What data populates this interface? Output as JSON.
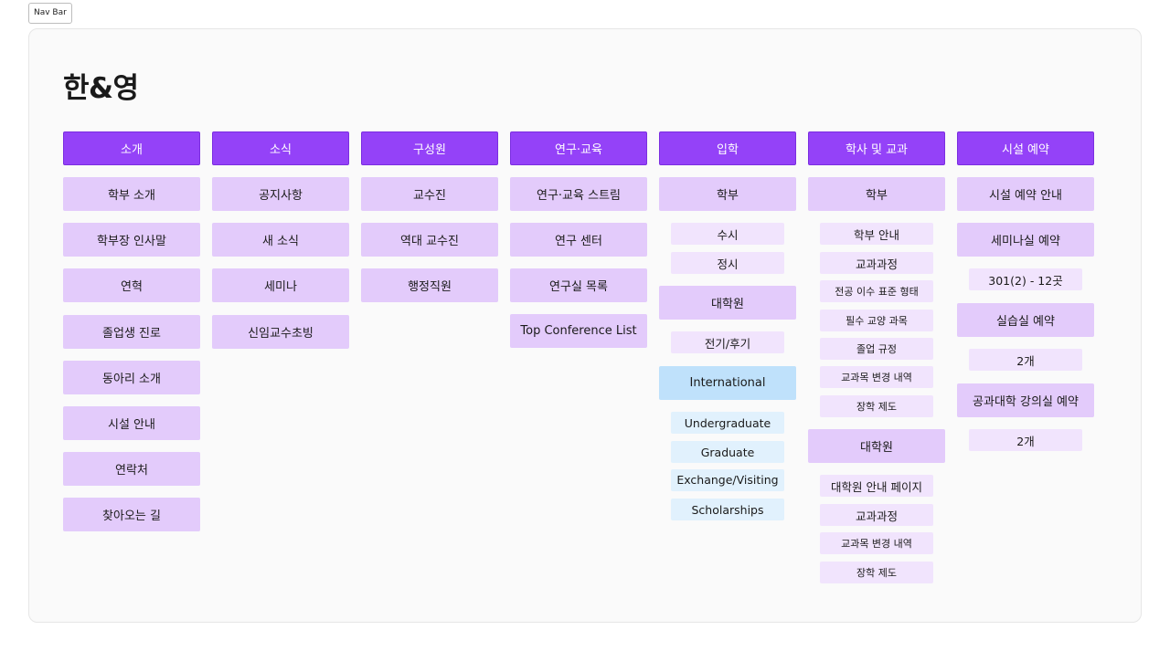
{
  "navbar_label": "Nav Bar",
  "page_title": "한&영",
  "colors": {
    "menu_head": "#9442f8",
    "menu_item": "#e3cbfb",
    "menu_sub": "#f1e4fd",
    "international": "#bfe1fb",
    "international_sub": "#e1f1fd"
  },
  "menus": {
    "intro": {
      "label": "소개",
      "items": [
        "학부 소개",
        "학부장 인사말",
        "연혁",
        "졸업생 진로",
        "동아리 소개",
        "시설 안내",
        "연락처",
        "찾아오는 길"
      ]
    },
    "news": {
      "label": "소식",
      "items": [
        "공지사항",
        "새 소식",
        "세미나",
        "신임교수초빙"
      ]
    },
    "people": {
      "label": "구성원",
      "items": [
        "교수진",
        "역대 교수진",
        "행정직원"
      ]
    },
    "research": {
      "label": "연구·교육",
      "items": [
        "연구·교육 스트림",
        "연구 센터",
        "연구실 목록",
        "Top Conference List"
      ]
    },
    "admission": {
      "label": "입학",
      "undergrad": "학부",
      "undergrad_subs": [
        "수시",
        "정시"
      ],
      "grad": "대학원",
      "grad_subs": [
        "전기/후기"
      ],
      "international": "International",
      "international_subs": [
        "Undergraduate",
        "Graduate",
        "Exchange/Visiting",
        "Scholarships"
      ]
    },
    "academics": {
      "label": "학사 및 교과",
      "undergrad": "학부",
      "undergrad_subs": [
        "학부 안내",
        "교과과정",
        "전공 이수 표준 형태",
        "필수 교양 과목",
        "졸업 규정",
        "교과목 변경 내역",
        "장학 제도"
      ],
      "grad": "대학원",
      "grad_subs": [
        "대학원 안내 페이지",
        "교과과정",
        "교과목 변경 내역",
        "장학 제도"
      ]
    },
    "facilities": {
      "label": "시설 예약",
      "items": [
        "시설 예약 안내",
        "세미나실 예약"
      ],
      "seminar_subs": [
        "301(2) - 12곳"
      ],
      "lab": "실습실 예약",
      "lab_subs": [
        "2개"
      ],
      "lecture": "공과대학 강의실 예약",
      "lecture_subs": [
        "2개"
      ]
    }
  }
}
